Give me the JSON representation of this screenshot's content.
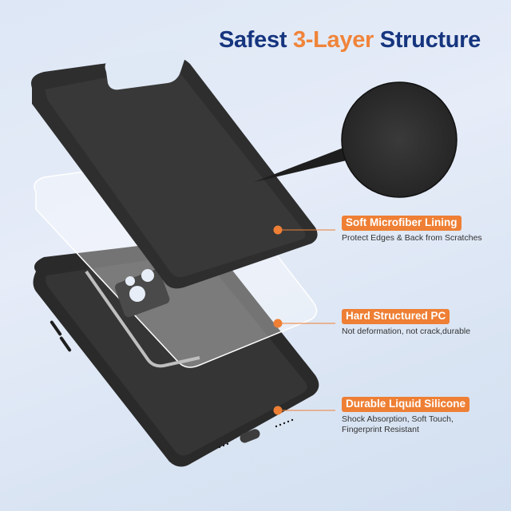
{
  "title": {
    "part1": "Safest ",
    "accent": "3-Layer",
    "part2": " Structure",
    "color_main": "#16357f",
    "color_accent": "#f0843a"
  },
  "features": [
    {
      "label": "Soft Microfiber Lining",
      "description": "Protect Edges & Back from Scratches"
    },
    {
      "label": "Hard Structured PC",
      "description": "Not deformation, not crack,durable"
    },
    {
      "label": "Durable Liquid Silicone",
      "description_line1": "Shock Absorption, Soft Touch,",
      "description_line2": "Fingerprint Resistant"
    }
  ],
  "icons": {
    "callout": "magnifier-bubble-icon",
    "marker": "orange-dot-icon"
  },
  "colors": {
    "badge": "#ee7f34",
    "case": "#2b2b2b",
    "background": "#dde7f5"
  }
}
